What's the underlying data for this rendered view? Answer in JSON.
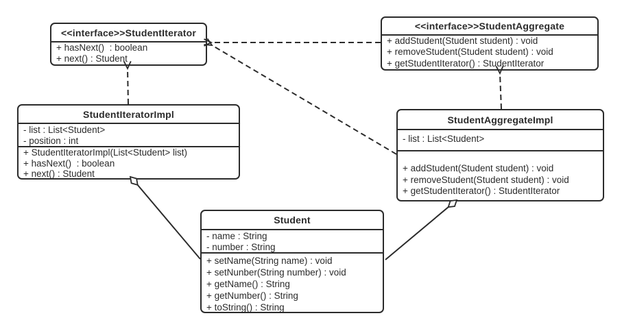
{
  "colors": {
    "stroke": "#2b2b2b",
    "background": "#ffffff",
    "text": "#2b2b2b"
  },
  "classes": {
    "student_iterator": {
      "title": "<<interface>>StudentIterator",
      "attributes": [],
      "methods": [
        "+ hasNext()  : boolean",
        "+ next() : Student"
      ]
    },
    "student_aggregate": {
      "title": "<<interface>>StudentAggregate",
      "attributes": [],
      "methods": [
        "+ addStudent(Student student) : void",
        "+ removeStudent(Student student) : void",
        "+ getStudentIterator() : StudentIterator"
      ]
    },
    "student_iterator_impl": {
      "title": "StudentIteratorImpl",
      "attributes": [
        "- list : List<Student>",
        "- position : int"
      ],
      "methods": [
        "+ StudentIteratorImpl(List<Student> list)",
        "+ hasNext()  : boolean",
        "+ next() : Student"
      ]
    },
    "student_aggregate_impl": {
      "title": "StudentAggregateImpl",
      "attributes": [
        "- list : List<Student>"
      ],
      "methods": [
        "+ addStudent(Student student) : void",
        "+ removeStudent(Student student) : void",
        "+ getStudentIterator() : StudentIterator"
      ]
    },
    "student": {
      "title": "Student",
      "attributes": [
        "- name : String",
        "- number : String"
      ],
      "methods": [
        "+ setName(String name) : void",
        "+ setNunber(String number) : void",
        "+ getName() : String",
        "+ getNumber() : String",
        "+ toString() : String"
      ]
    }
  },
  "relationships": [
    {
      "type": "realization",
      "from": "StudentIteratorImpl",
      "to": "StudentIterator",
      "style": "dashed-open-arrow"
    },
    {
      "type": "realization",
      "from": "StudentAggregateImpl",
      "to": "StudentAggregate",
      "style": "dashed-open-arrow"
    },
    {
      "type": "dependency",
      "from": "StudentAggregate",
      "to": "StudentIterator",
      "style": "dashed-open-arrow"
    },
    {
      "type": "dependency",
      "from": "StudentAggregateImpl",
      "to": "StudentIterator",
      "style": "dashed-open-arrow"
    },
    {
      "type": "aggregation",
      "from": "StudentIteratorImpl",
      "to": "Student",
      "style": "solid-hollow-diamond"
    },
    {
      "type": "aggregation",
      "from": "StudentAggregateImpl",
      "to": "Student",
      "style": "solid-hollow-diamond"
    }
  ]
}
